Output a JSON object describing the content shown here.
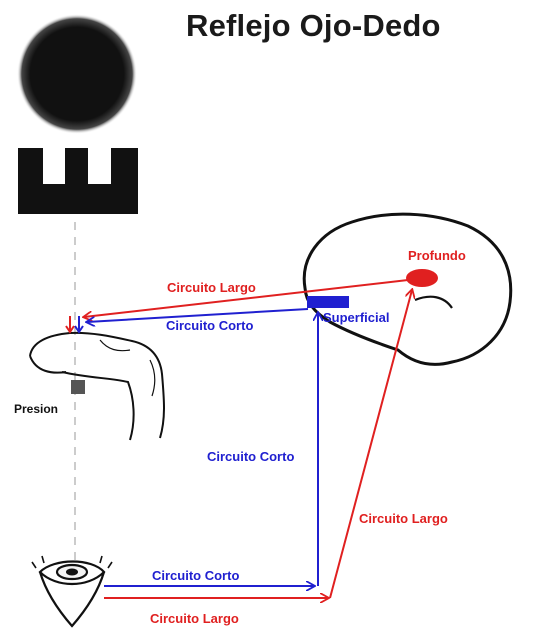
{
  "title": "Reflejo Ojo-Dedo",
  "labels": {
    "presion": "Presion",
    "profundo": "Profundo",
    "superficial": "Superficial",
    "circuito_largo_top": "Circuito Largo",
    "circuito_corto_top": "Circuito Corto",
    "circuito_corto_mid": "Circuito Corto",
    "circuito_largo_mid": "Circuito Largo",
    "circuito_corto_bottom": "Circuito Corto",
    "circuito_largo_bottom": "Circuito Largo"
  },
  "colors": {
    "red": "#e02020",
    "blue": "#2020d0",
    "black": "#111111"
  },
  "icons": {
    "blurred_dot": "blurred-dot-icon",
    "comb_block": "comb-block-icon",
    "finger": "finger-icon",
    "eye": "eye-icon",
    "brain": "brain-icon"
  }
}
